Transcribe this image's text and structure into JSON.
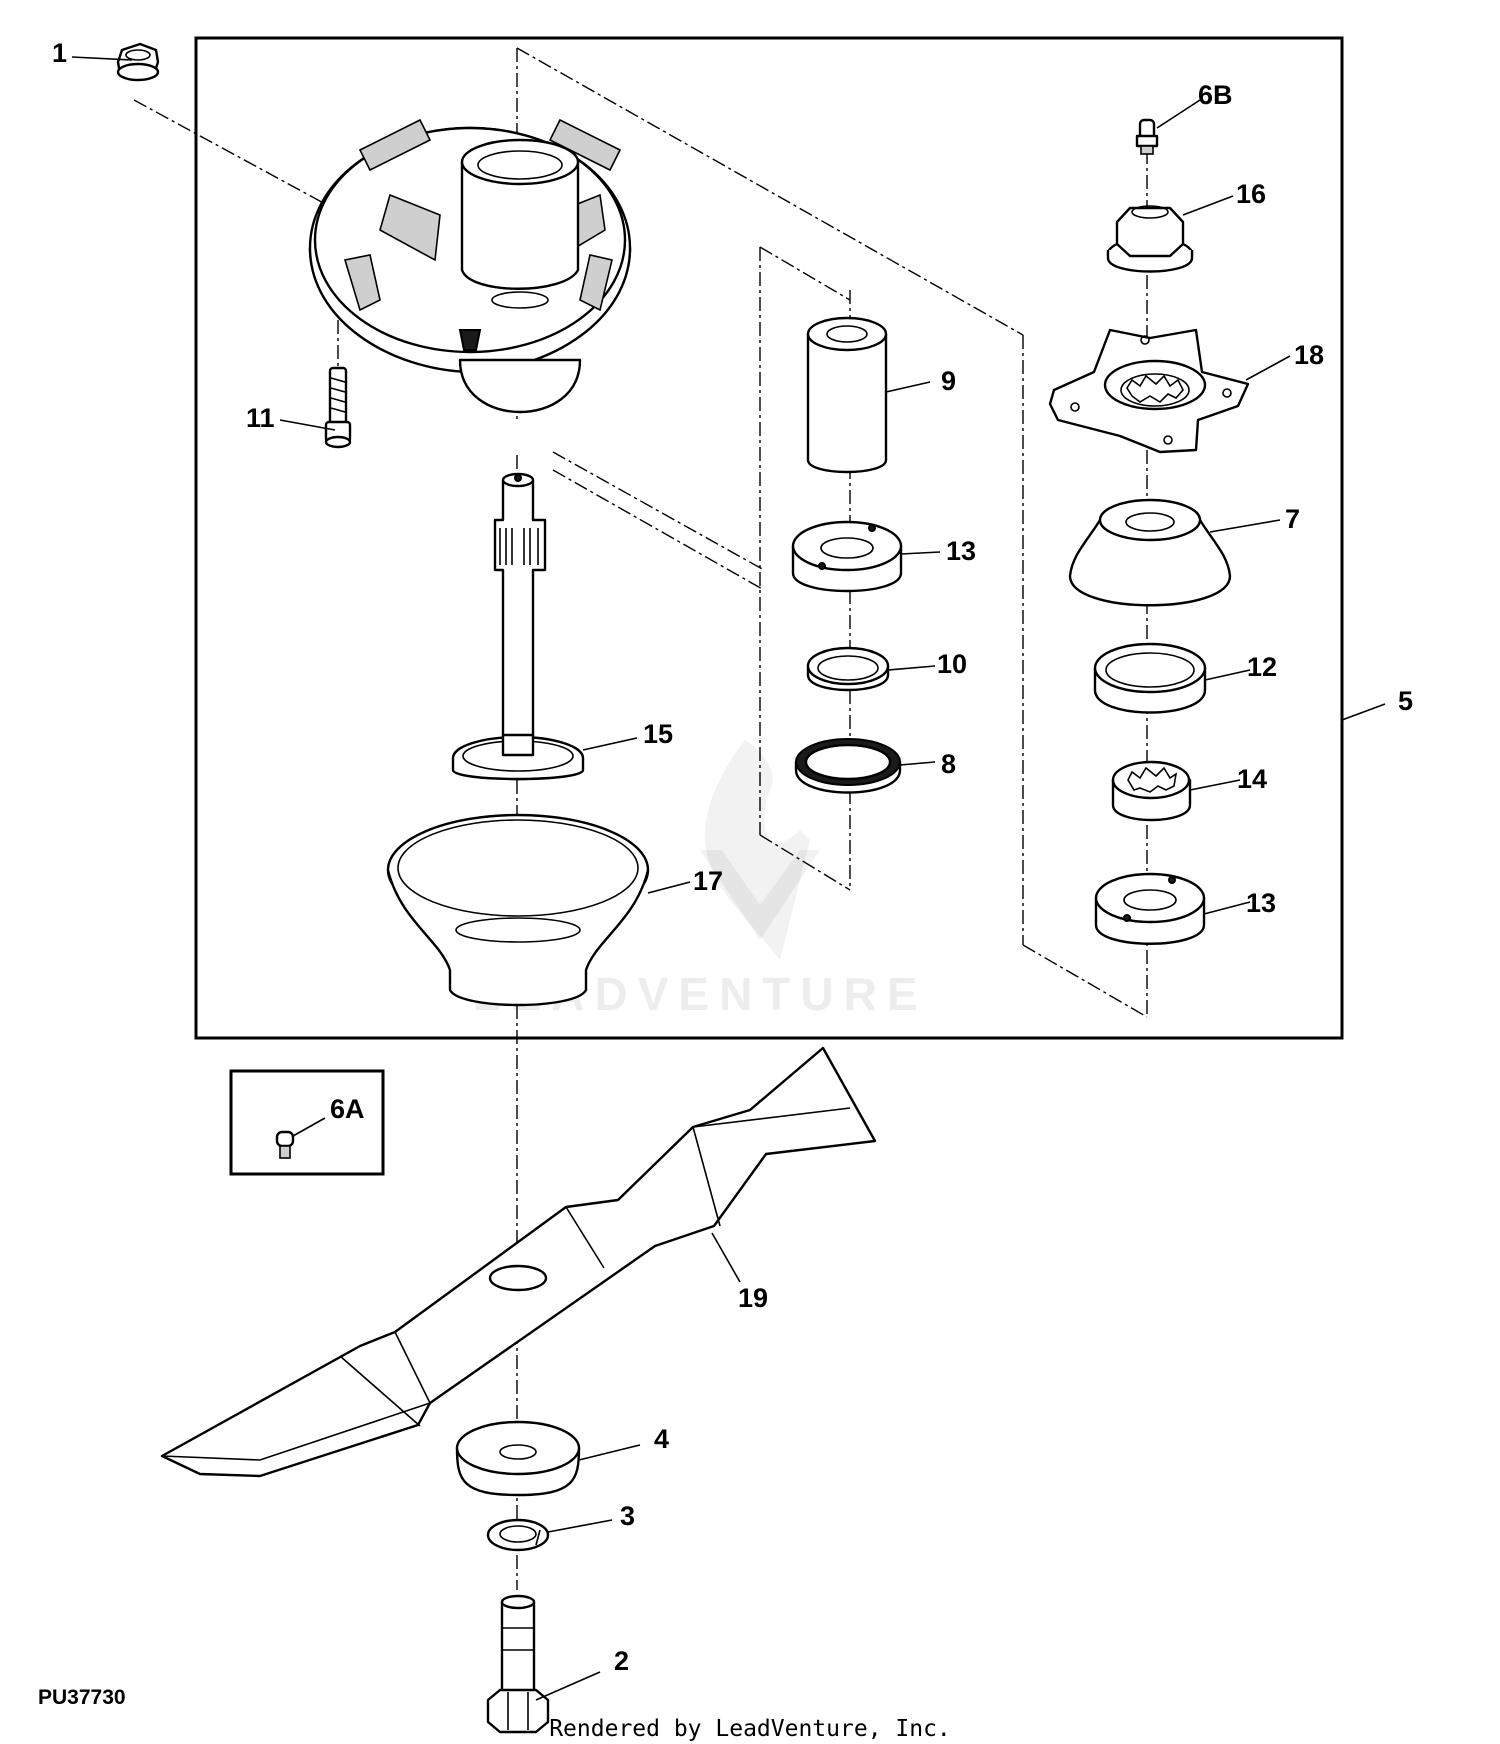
{
  "figure_id": "PU37730",
  "footer": "Rendered by LeadVenture, Inc.",
  "watermark": "LEADVENTURE",
  "callouts": {
    "c1": "1",
    "c2": "2",
    "c3": "3",
    "c4": "4",
    "c5": "5",
    "c6A": "6A",
    "c6B": "6B",
    "c7": "7",
    "c8": "8",
    "c9": "9",
    "c10": "10",
    "c11": "11",
    "c12": "12",
    "c13a": "13",
    "c13b": "13",
    "c14": "14",
    "c15": "15",
    "c16": "16",
    "c17": "17",
    "c18": "18",
    "c19": "19"
  }
}
